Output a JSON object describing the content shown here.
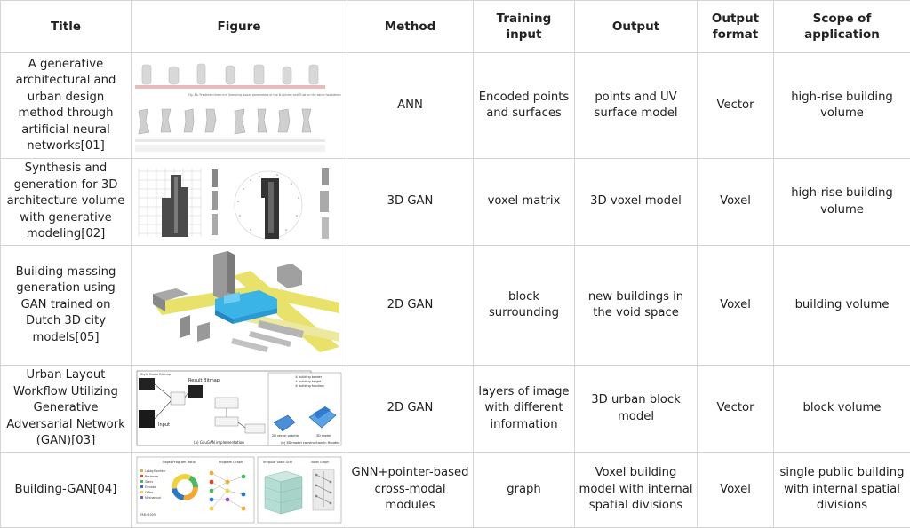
{
  "headers": [
    "Title",
    "Figure",
    "Method",
    "Training input",
    "Output",
    "Output format",
    "Scope of application"
  ],
  "rows": [
    {
      "title": "A generative architectural and urban design method through artificial neural networks[01]",
      "method": "ANN",
      "training_input": "Encoded points and surfaces",
      "output": "points and UV surface model",
      "output_format": "Vector",
      "scope": "high-rise building volume"
    },
    {
      "title": "Synthesis and generation for 3D architecture volume with generative modeling[02]",
      "method": "3D GAN",
      "training_input": "voxel matrix",
      "output": "3D voxel model",
      "output_format": "Voxel",
      "scope": "high-rise building volume"
    },
    {
      "title": "Building massing generation using GAN trained on Dutch 3D city models[05]",
      "method": "2D GAN",
      "training_input": "block surrounding",
      "output": "new buildings in the void space",
      "output_format": "Voxel",
      "scope": "building volume"
    },
    {
      "title": "Urban Layout Workflow Utilizing Generative Adversarial Network (GAN)[03]",
      "method": "2D GAN",
      "training_input": "layers of image with different information",
      "output": "3D urban block model",
      "output_format": "Vector",
      "scope": "block volume"
    },
    {
      "title": "Building-GAN[04]",
      "method": "GNN+pointer-based cross-modal modules",
      "training_input": "graph",
      "output": "Voxel building model with internal spatial divisions",
      "output_format": "Voxel",
      "scope": "single public building with internal spatial divisions"
    }
  ],
  "figure_text": {
    "fig1_caption": "Fig. 8a. Predicted three-rich Sampling issues parameters of the B-volume and Trust on the same foundation",
    "fig4_style_guide": "Style Guide\nBitmap",
    "fig4_result": "Result Bitmap",
    "fig4_input": "Input",
    "fig4_caption_a": "(a) GauGAN implementation",
    "fig4_caption_b": "(b) 3D model construction in Houdini",
    "fig4_building_border": "① building border",
    "fig4_building_height": "② building height",
    "fig4_building_function": "③ building function",
    "fig4_vector": "2D vector graphic",
    "fig4_3dmodel": "3D model",
    "fig5_program_ratio": "Target Program Ratio",
    "fig5_program_graph": "Program Graph",
    "fig5_voxel_grid": "Irregular Voxel Grid",
    "fig5_voxel_graph": "Voxel Graph",
    "fig5_legend": [
      "Lobby/Corridor",
      "Restroom",
      "Stairs",
      "Elevator",
      "Office",
      "Mechanical"
    ],
    "fig5_far": "FAR=100%"
  }
}
